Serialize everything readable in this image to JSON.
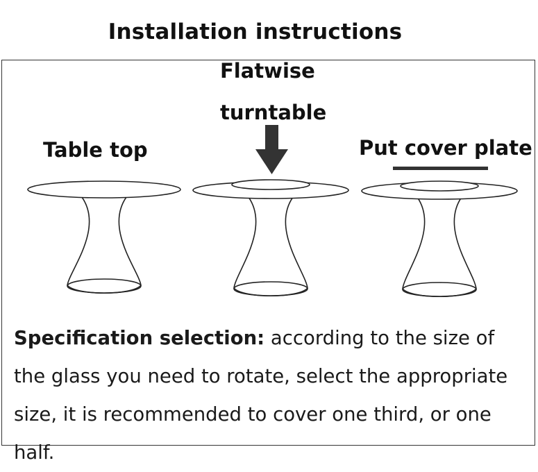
{
  "title": "Installation instructions",
  "labels": {
    "table_top": "Table top",
    "flatwise_line1": "Flatwise",
    "flatwise_line2": "turntable",
    "put_cover_plate": "Put cover plate"
  },
  "specification": {
    "heading": "Specification selection:",
    "body": "according to the size of the glass you need to rotate, select the appropriate size, it is recommended to cover one third, or one half."
  },
  "colors": {
    "outline": "#222222",
    "arrow": "#333333",
    "text": "#111111"
  },
  "icons": {
    "arrow": "down-arrow-icon"
  }
}
